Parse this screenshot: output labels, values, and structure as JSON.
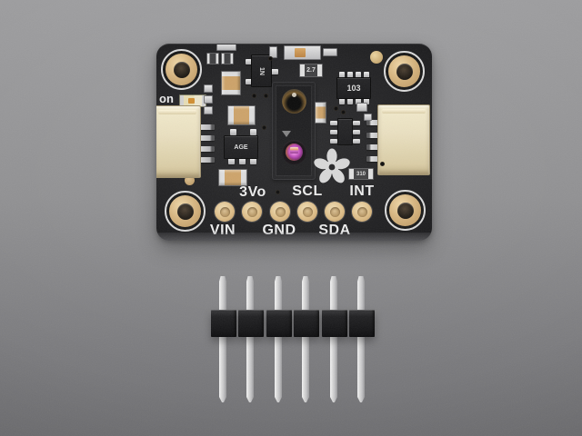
{
  "board": {
    "silkscreen_on_label": "on",
    "pin_labels_top_row": [
      "3Vo",
      "SCL",
      "INT"
    ],
    "pin_labels_bottom_row": [
      "VIN",
      "GND",
      "SDA"
    ],
    "component_markings": {
      "resistor_network": "103",
      "power_inductor": "2.7",
      "resistor": "310",
      "regulator": "AGE",
      "transistor": "1N"
    },
    "pin_hole_count": 6,
    "mounting_hole_count": 4,
    "qwiic_connector_count": 2
  },
  "header_strip": {
    "pin_count": 6
  },
  "colors": {
    "background_top": "#9d9d9f",
    "background_bottom": "#717174",
    "pcb_black": "#1a1a1c",
    "silkscreen_white": "#ececec",
    "pad_gold": "#ddbb83",
    "connector_cream": "#e9dfbe",
    "sensor_emitter_pink": "#d254c8",
    "header_pin_silver": "#d6d6d6",
    "header_collar_black": "#1c1c1e"
  }
}
